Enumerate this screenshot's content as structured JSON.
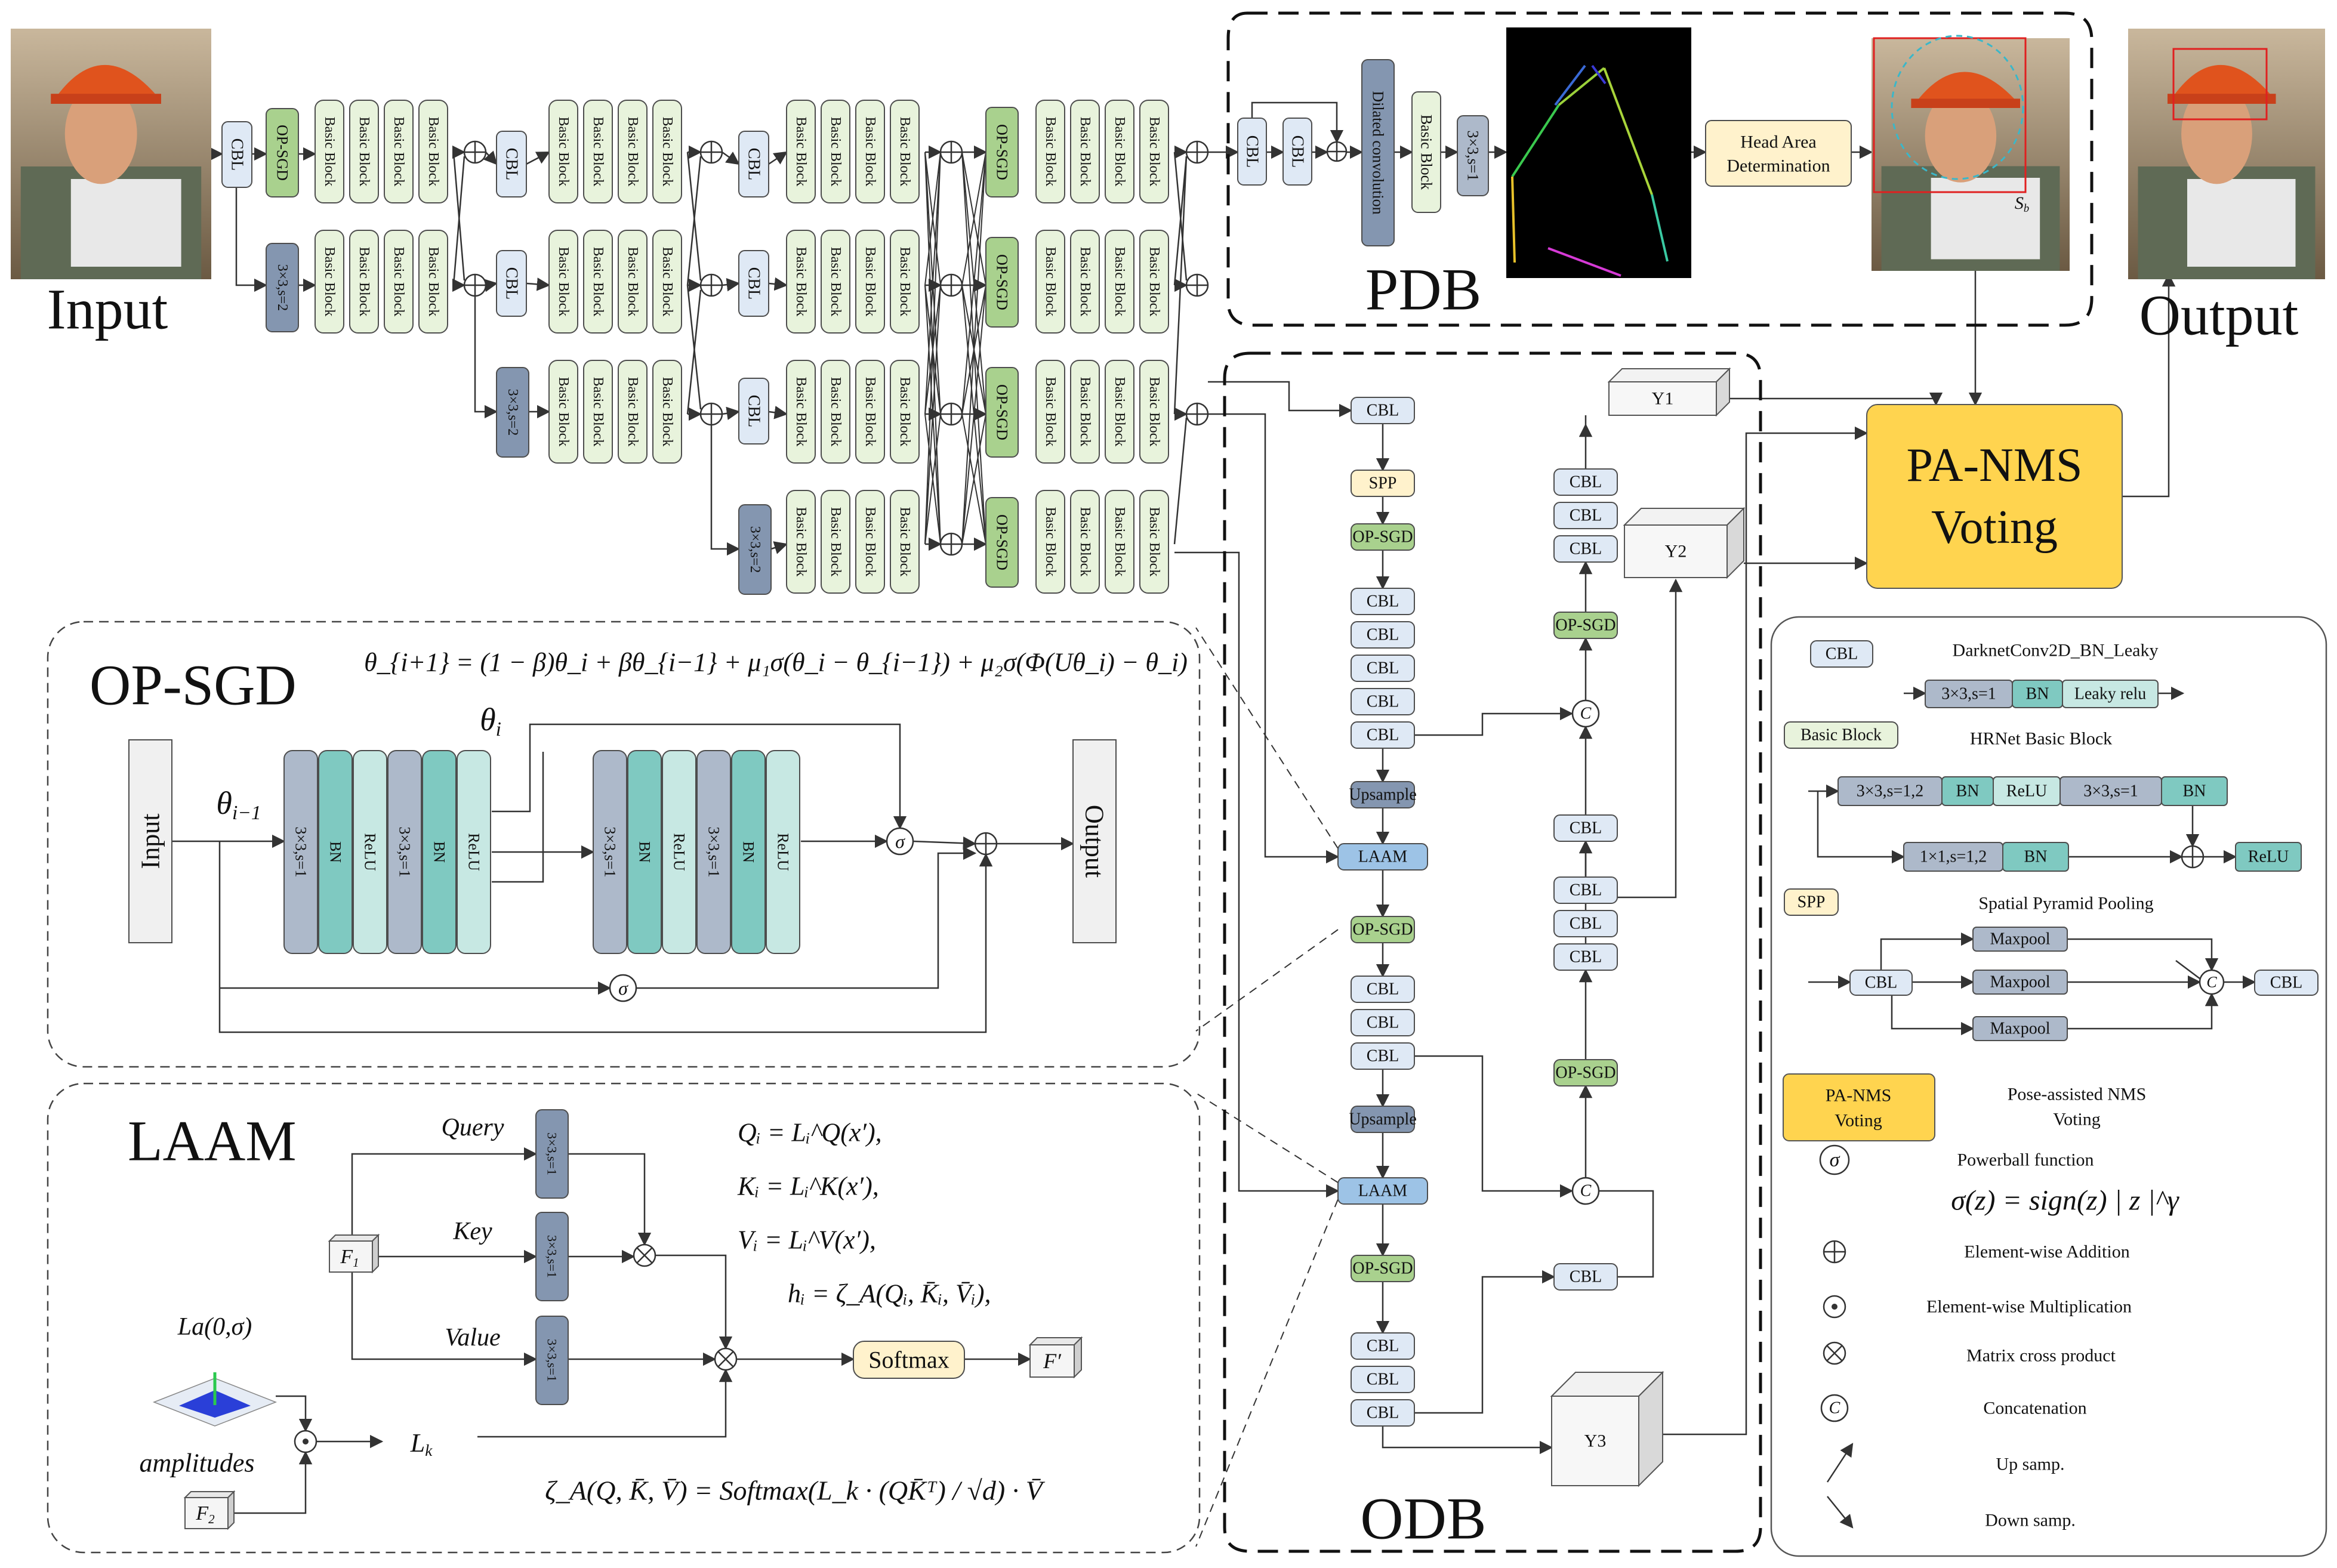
{
  "io": {
    "input_label": "Input",
    "output_label": "Output"
  },
  "backbone": {
    "cbl": "CBL",
    "opsgd": "OP-SGD",
    "basic_block": "Basic Block",
    "down_conv": "3×3,s=2"
  },
  "pdb": {
    "title": "PDB",
    "cbl": "CBL",
    "dilated": "Dilated convolution",
    "basic_block": "Basic Block",
    "conv": "3×3,s=1",
    "head_area_line1": "Head Area",
    "head_area_line2": "Determination",
    "sb_label": "S",
    "sb_sub": "b"
  },
  "odb": {
    "title": "ODB",
    "cbl": "CBL",
    "spp": "SPP",
    "opsgd": "OP-SGD",
    "upsample": "Upsample",
    "laam": "LAAM",
    "concat": "C",
    "y1": "Y1",
    "y2": "Y2",
    "y3": "Y3"
  },
  "panms": {
    "line1": "PA-NMS",
    "line2": "Voting"
  },
  "opsgd_panel": {
    "title": "OP-SGD",
    "formula": "θ_{i+1} = (1 − β)θ_i + βθ_{i−1} + μ₁σ(θ_i − θ_{i−1}) + μ₂σ(Φ(Uθ_i) − θ_i)",
    "theta_prev": "θ",
    "theta_prev_sub": "i−1",
    "theta_i": "θ",
    "theta_i_sub": "i",
    "input": "Input",
    "output": "Output",
    "conv": "3×3,s=1",
    "bn": "BN",
    "relu": "ReLU",
    "sigma": "σ"
  },
  "laam_panel": {
    "title": "LAAM",
    "query": "Query",
    "key": "Key",
    "value": "Value",
    "conv": "3×3,s=1",
    "f1": "F",
    "f1_sub": "1",
    "f2": "F",
    "f2_sub": "2",
    "fprime": "F′",
    "softmax": "Softmax",
    "la": "La(0,σ)",
    "amplitudes": "amplitudes",
    "lk": "L",
    "lk_sub": "k",
    "eq_q": "Qᵢ = Lᵢ^Q(x′),",
    "eq_k": "Kᵢ = Lᵢ^K(x′),",
    "eq_v": "Vᵢ = Lᵢ^V(x′),",
    "eq_h": "hᵢ = ζ_A(Qᵢ, K̄ᵢ, V̄ᵢ),",
    "eq_zeta": "ζ_A(Q, K̄, V̄) = Softmax(L_k · (QK̄ᵀ) / √d) · V̄"
  },
  "legend": {
    "cbl_tag": "CBL",
    "cbl_desc": "DarknetConv2D_BN_Leaky",
    "cbl_parts": [
      "3×3,s=1",
      "BN",
      "Leaky relu"
    ],
    "bb_tag": "Basic Block",
    "bb_desc": "HRNet Basic Block",
    "bb_parts_top": [
      "3×3,s=1,2",
      "BN",
      "ReLU",
      "3×3,s=1",
      "BN"
    ],
    "bb_parts_bottom": [
      "1×1,s=1,2",
      "BN",
      "ReLU"
    ],
    "spp_tag": "SPP",
    "spp_desc": "Spatial Pyramid Pooling",
    "spp_cbl": "CBL",
    "maxpool": "Maxpool",
    "concat": "C",
    "panms_tag_1": "PA-NMS",
    "panms_tag_2": "Voting",
    "panms_desc_1": "Pose-assisted NMS",
    "panms_desc_2": "Voting",
    "sigma": "σ",
    "sigma_desc": "Powerball function",
    "sigma_formula": "σ(z) = sign(z) | z |^γ",
    "add_desc": "Element-wise Addition",
    "mul_desc": "Element-wise Multiplication",
    "cross_desc": "Matrix cross product",
    "concat_desc": "Concatenation",
    "up_desc": "Up samp.",
    "down_desc": "Down samp."
  },
  "colors": {
    "cbl_fill": "#dfe9f5",
    "green_block": "#a9d18e",
    "basic_block": "#e8f3dc",
    "gray_dark": "#8496b0",
    "laam": "#9dc3e6",
    "spp": "#fff2cc",
    "panms": "#ffd44f",
    "teal": "#7fc9c1",
    "teal_light": "#c7e8e3",
    "slate": "#adb9ca"
  }
}
